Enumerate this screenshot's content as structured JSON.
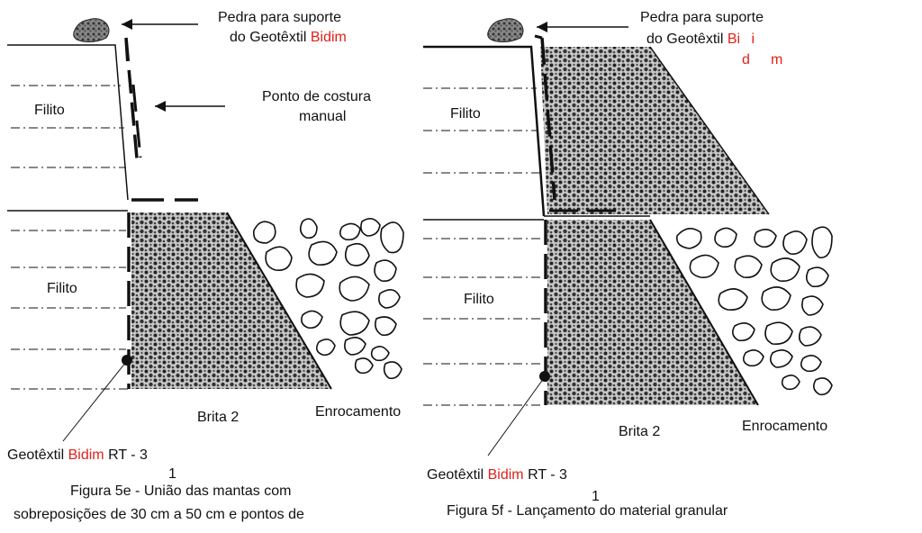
{
  "left_panel": {
    "stone_label_line1": "Pedra para suporte",
    "stone_label_line2_prefix": "do Geotêxtil",
    "stone_label_line2_brand": "Bidim",
    "stitch_label_line1": "Ponto de costura",
    "stitch_label_line2": "manual",
    "filito_upper": "Filito",
    "filito_lower": "Filito",
    "brita": "Brita 2",
    "enrocamento": "Enrocamento",
    "geotextil_prefix": "Geotêxtil",
    "geotextil_brand": "Bidim",
    "geotextil_suffix": "RT - 3",
    "geotextil_sub": "1",
    "caption_line1": "Figura 5e  - União das mantas com",
    "caption_line2": "sobreposições de 30 cm a 50 cm e pontos de"
  },
  "right_panel": {
    "stone_label_line1": "Pedra para suporte",
    "stone_label_line2_prefix": "do Geotêxtil",
    "stone_label_brand_a": "Bi",
    "stone_label_brand_b": "i",
    "stone_label_brand_c": "d",
    "stone_label_brand_d": "m",
    "filito_upper": "Filito",
    "filito_lower": "Filito",
    "brita": "Brita 2",
    "enrocamento": "Enrocamento",
    "geotextil_prefix": "Geotêxtil",
    "geotextil_brand": "Bidim",
    "geotextil_suffix": "RT - 3",
    "geotextil_sub": "1",
    "caption": "Figura 5f - Lançamento do material granular"
  },
  "colors": {
    "brand_red": "#e0201a",
    "line": "#111111"
  }
}
